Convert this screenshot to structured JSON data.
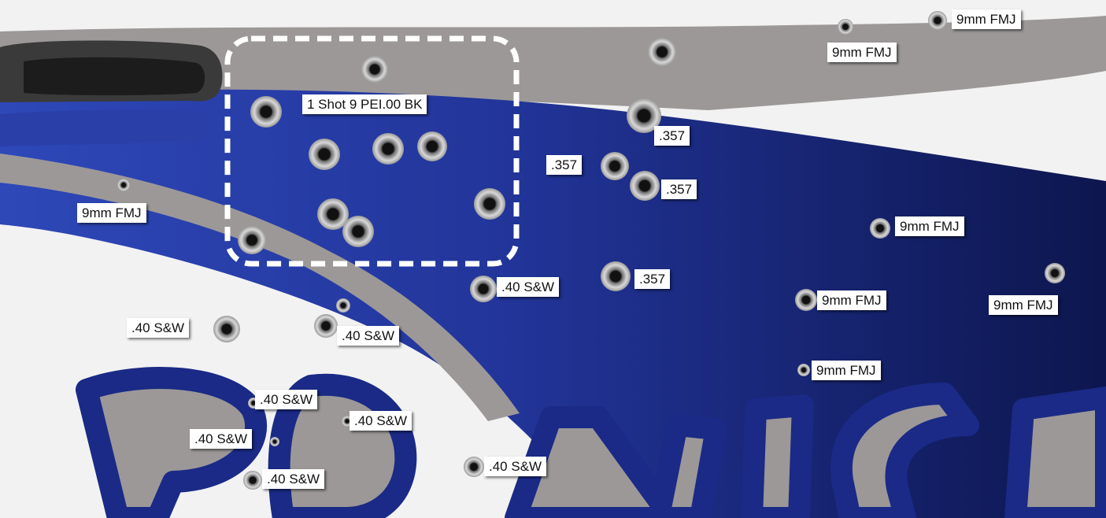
{
  "colors": {
    "panel_white": "#f2f2f2",
    "stripe_gray": "#9c9898",
    "stripe_blue": "#1f2f8c",
    "selection_box": "#ffffff"
  },
  "icons": [
    "door-handle-icon",
    "bullet-hole-icon"
  ],
  "group_label": "1 Shot 9 PEI.00 BK",
  "callouts": [
    "9mm FMJ",
    "9mm FMJ",
    ".357",
    ".357",
    ".357",
    "9mm FMJ",
    "9mm FMJ",
    ".357",
    ".40 S&W",
    "9mm FMJ",
    "9mm FMJ",
    ".40 S&W",
    ".40 S&W",
    "9mm FMJ",
    ".40 S&W",
    ".40 S&W",
    ".40 S&W",
    ".40 S&W",
    ".40 S&W"
  ]
}
